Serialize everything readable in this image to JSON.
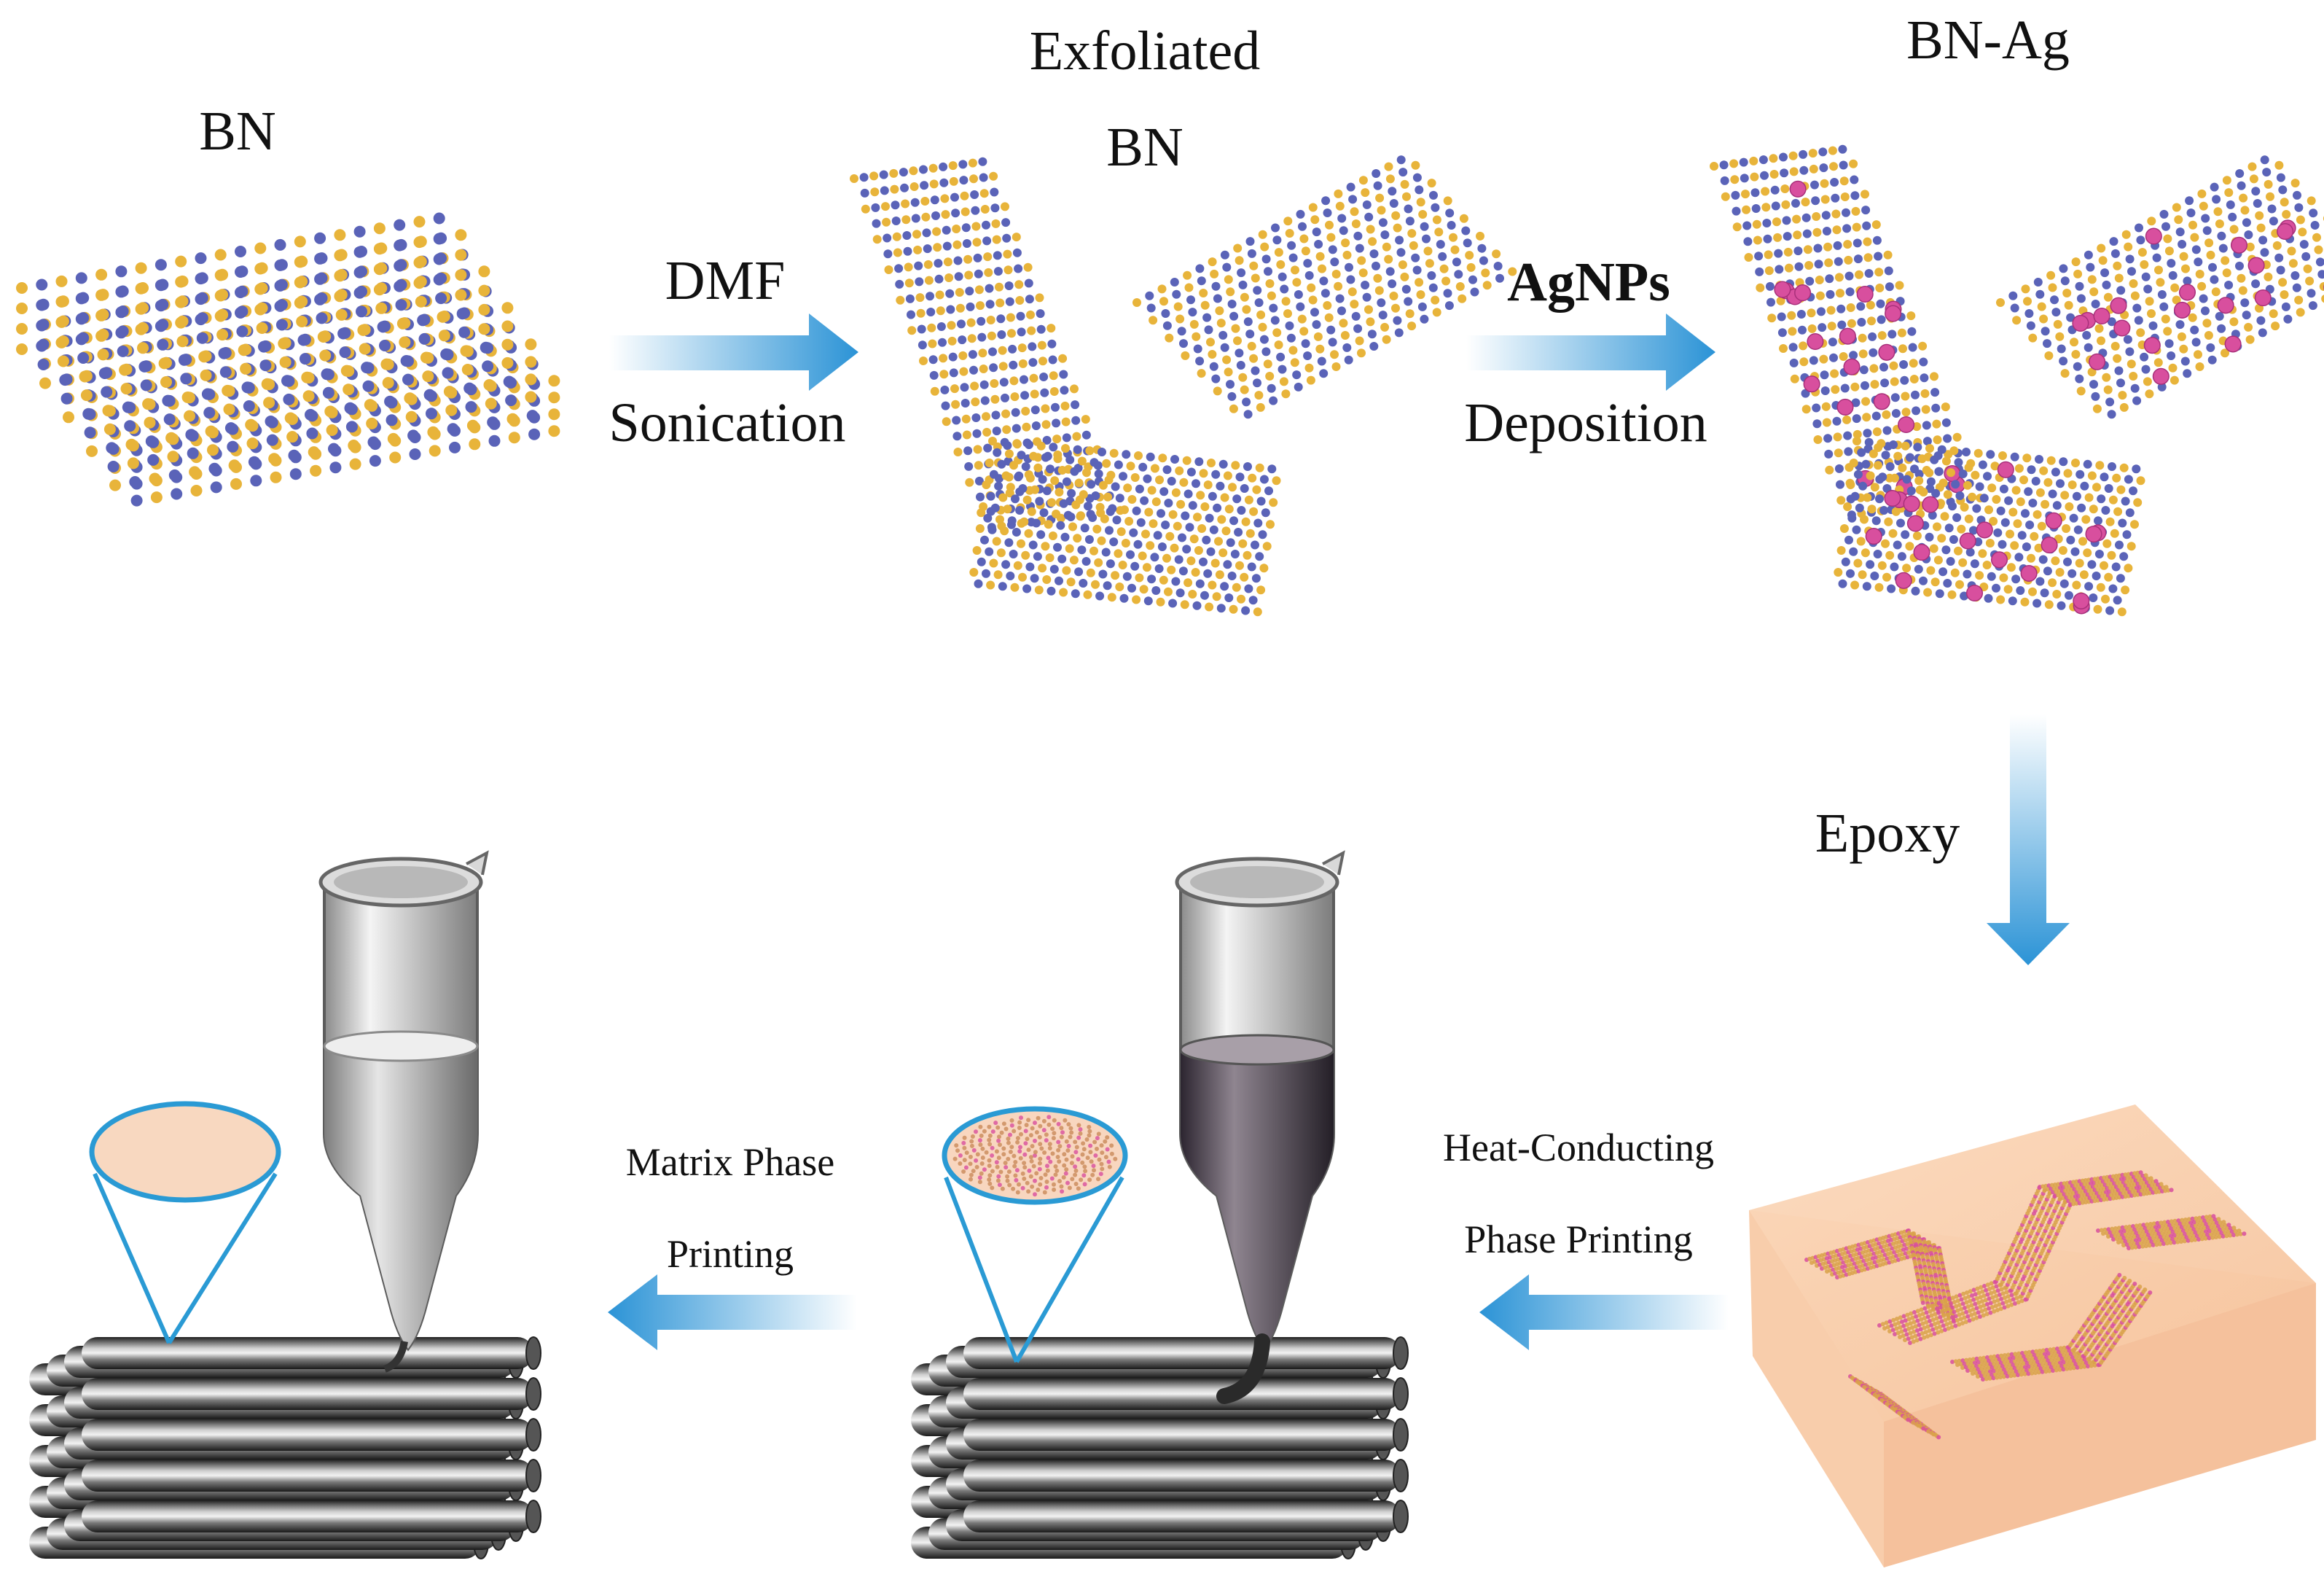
{
  "labels": {
    "bn": "BN",
    "exfoliated_line1": "Exfoliated",
    "exfoliated_line2": "BN",
    "bn_ag": "BN-Ag",
    "dmf": "DMF",
    "sonication": "Sonication",
    "agnps": "AgNPs",
    "deposition": "Deposition",
    "epoxy": "Epoxy",
    "heat_conducting_line1": "Heat-Conducting",
    "heat_conducting_line2": "Phase Printing",
    "matrix_line1": "Matrix Phase",
    "matrix_line2": "Printing"
  },
  "colors": {
    "boron_atom": "#e8b43a",
    "nitrogen_atom": "#5a63b8",
    "silver_particle": "#d84f9e",
    "arrow_blue": "#2b93d6",
    "epoxy_block": "#f9cda9",
    "cone_outline": "#2a9ad4",
    "fiber_dark": "#2a2a2a"
  }
}
